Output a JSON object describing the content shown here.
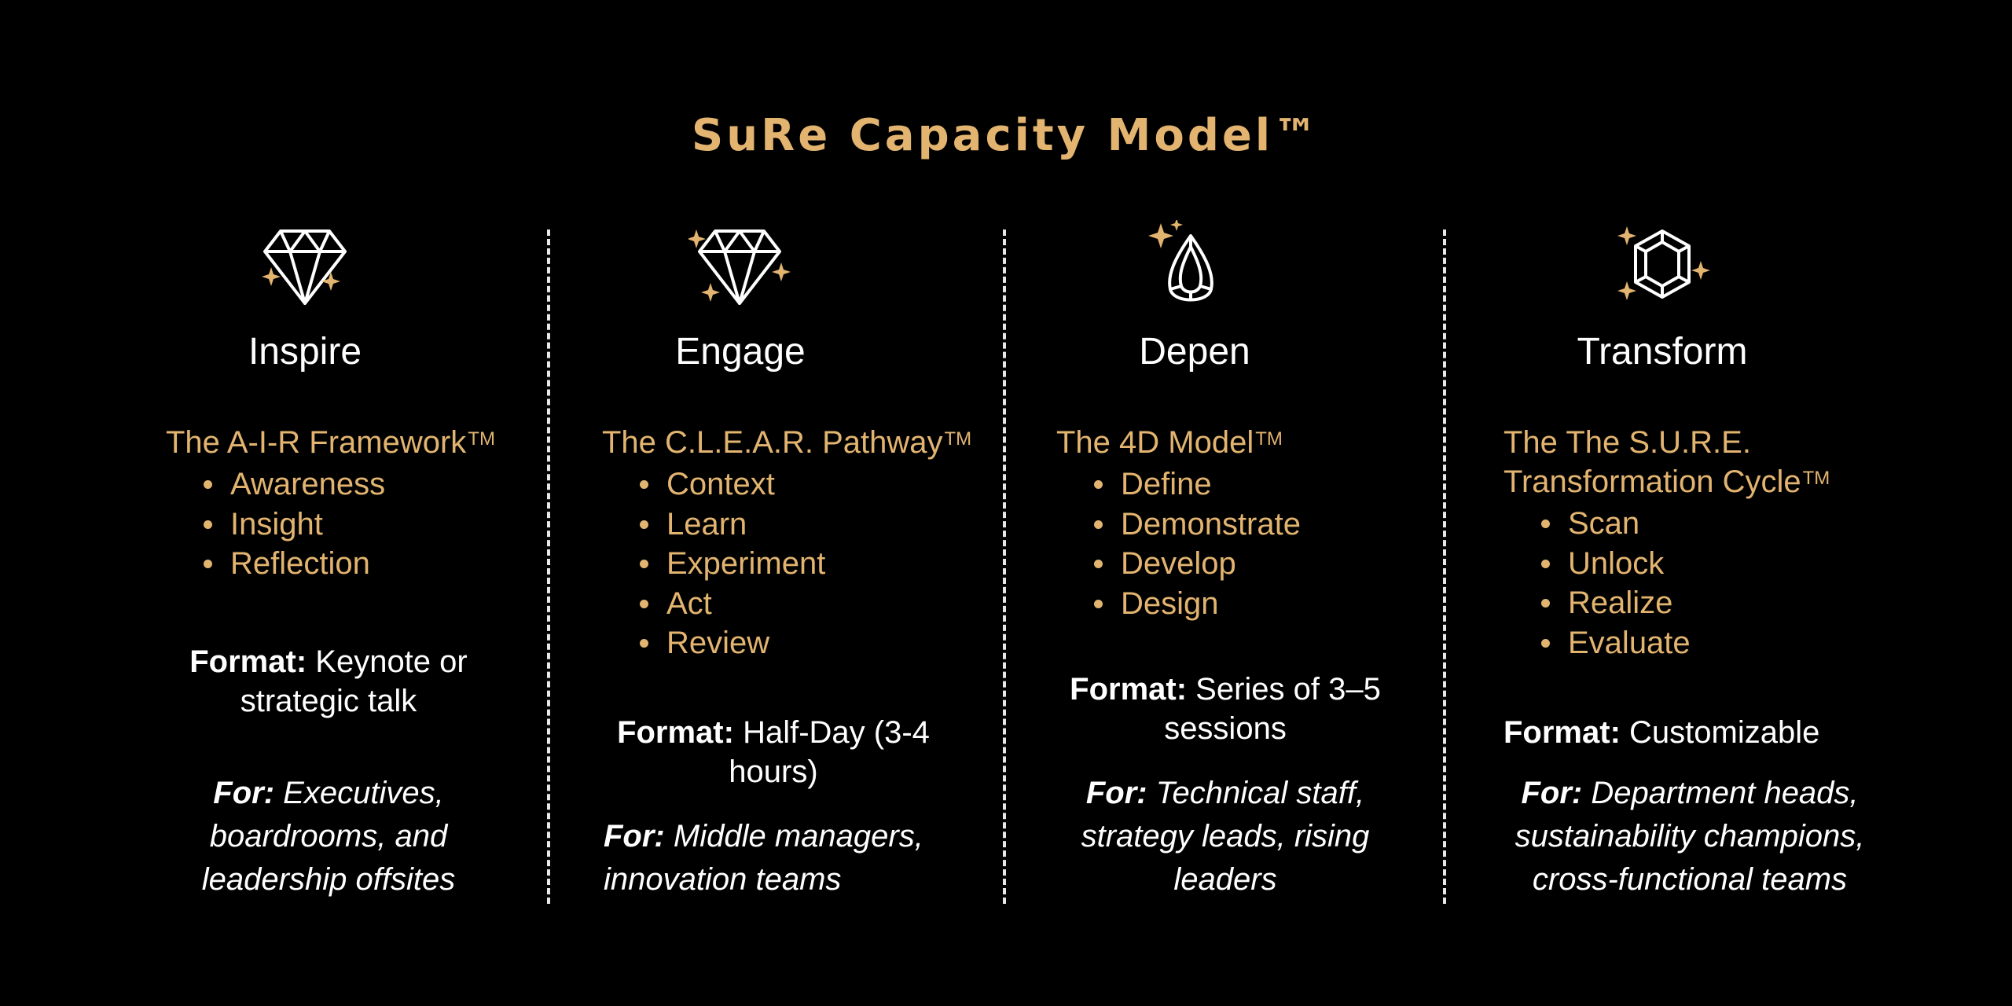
{
  "title": "SuRe Capacity Model™",
  "accent_color": "#e2b470",
  "columns": [
    {
      "icon": "diamond-sparkle-icon",
      "name": "Inspire",
      "framework_label": "The A-I-R Framework",
      "framework_mark": "TM",
      "items": [
        "Awareness",
        "Insight",
        "Reflection"
      ],
      "format_label": "Format:",
      "format_line1": "Keynote or",
      "format_line2": "strategic talk",
      "for_label": "For:",
      "for_line1": "Executives,",
      "for_line2": "boardrooms, and",
      "for_line3": "leadership offsites"
    },
    {
      "icon": "diamond-sparkle-icon",
      "name": "Engage",
      "framework_label": "The C.L.E.A.R. Pathway",
      "framework_mark": "TM",
      "items": [
        "Context",
        "Learn",
        "Experiment",
        "Act",
        "Review"
      ],
      "format_label": "Format:",
      "format_line1": "Half-Day (3-4",
      "format_line2": "hours)",
      "for_label": "For:",
      "for_line1": "Middle managers,",
      "for_line2": "innovation teams"
    },
    {
      "icon": "teardrop-gem-icon",
      "name": "Depen",
      "framework_label": "The 4D Model",
      "framework_mark": "TM",
      "items": [
        "Define",
        "Demonstrate",
        "Develop",
        "Design"
      ],
      "format_label": "Format:",
      "format_line1": "Series of 3–5",
      "format_line2": "sessions",
      "for_label": "For:",
      "for_line1": "Technical staff,",
      "for_line2": "strategy leads, rising",
      "for_line3": "leaders"
    },
    {
      "icon": "hexagon-gem-icon",
      "name": "Transform",
      "framework_line1": "The The S.U.R.E.",
      "framework_label": "Transformation Cycle",
      "framework_mark": "TM",
      "items": [
        "Scan",
        "Unlock",
        "Realize",
        "Evaluate"
      ],
      "format_label": "Format:",
      "format_line1": "Customizable",
      "for_label": "For:",
      "for_line1": "Department heads,",
      "for_line2": "sustainability champions,",
      "for_line3": "cross-functional teams"
    }
  ]
}
